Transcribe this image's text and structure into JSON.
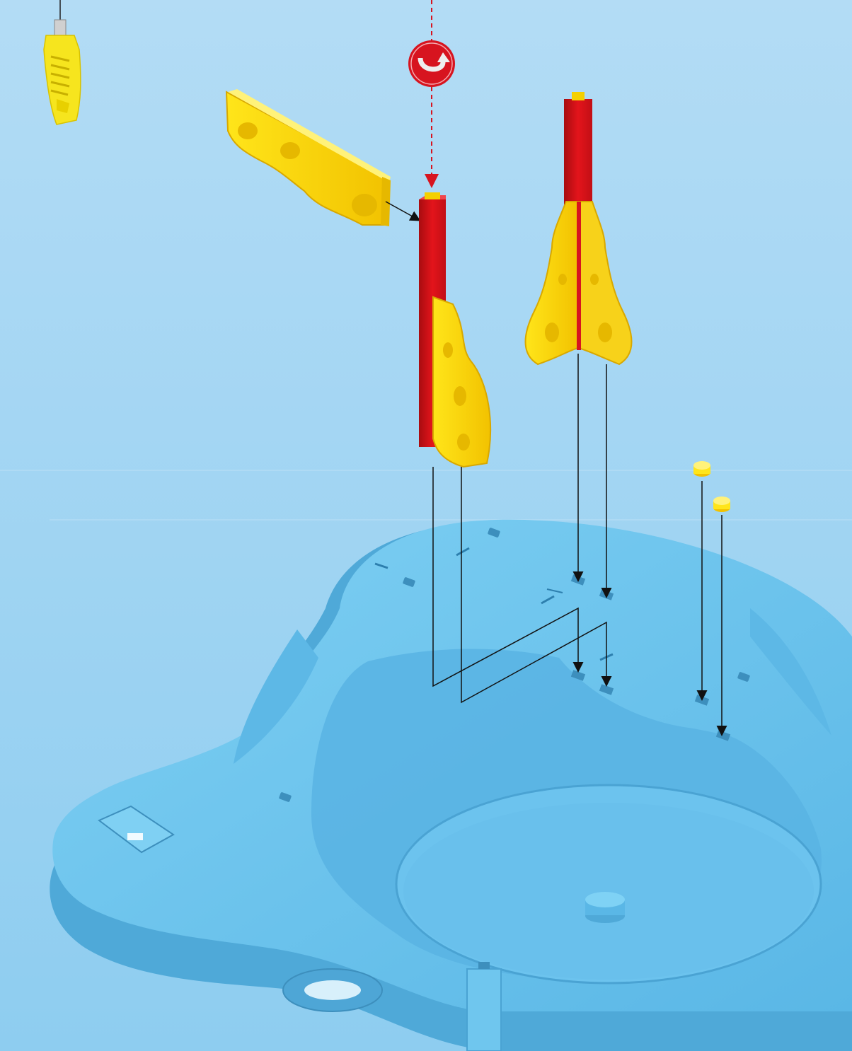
{
  "colors": {
    "background_top": "#b3dcf5",
    "background_bottom": "#8ecdf0",
    "base_blue": "#6ec6ee",
    "base_shadow": "#4fa9d8",
    "yellow_part": "#ffe51a",
    "yellow_shadow": "#e6b800",
    "red_part": "#e3141b",
    "red_shadow": "#a80c10",
    "rotate_badge": "#d7141f",
    "arrow": "#111111",
    "dashed_arrow": "#d7141f"
  },
  "icons": {
    "tool": "key-tool-icon",
    "rotate": "rotate-arrow-icon"
  },
  "parts": [
    "key-tool",
    "horizontal-bracket",
    "left-post-with-fin",
    "right-post-with-fins",
    "peg-a",
    "peg-b",
    "blue-base"
  ]
}
